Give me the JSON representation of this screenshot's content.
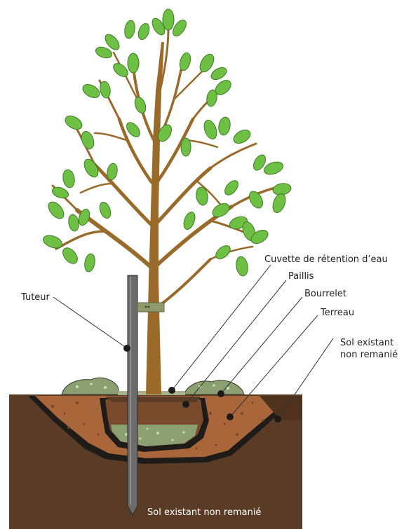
{
  "labels": {
    "tuteur": "Tuteur",
    "cuvette": "Cuvette de rétention d’eau",
    "paillis": "Paillis",
    "bourrelet": "Bourrelet",
    "terreau": "Terreau",
    "sol_existant_line1": "Sol existant",
    "sol_existant_line2": "non remanié",
    "sol_bottom": "Sol existant non remanié"
  },
  "colors": {
    "soil_dark": "#5a3b25",
    "soil_outline": "#1f1b18",
    "loose_soil": "#a8663a",
    "compost": "#7a4a2c",
    "mulch": "#8c9f72",
    "trunk": "#9a6a2a",
    "leaf": "#6ec045",
    "stake": "#6b6b6b",
    "tie": "#8f9a6a"
  }
}
